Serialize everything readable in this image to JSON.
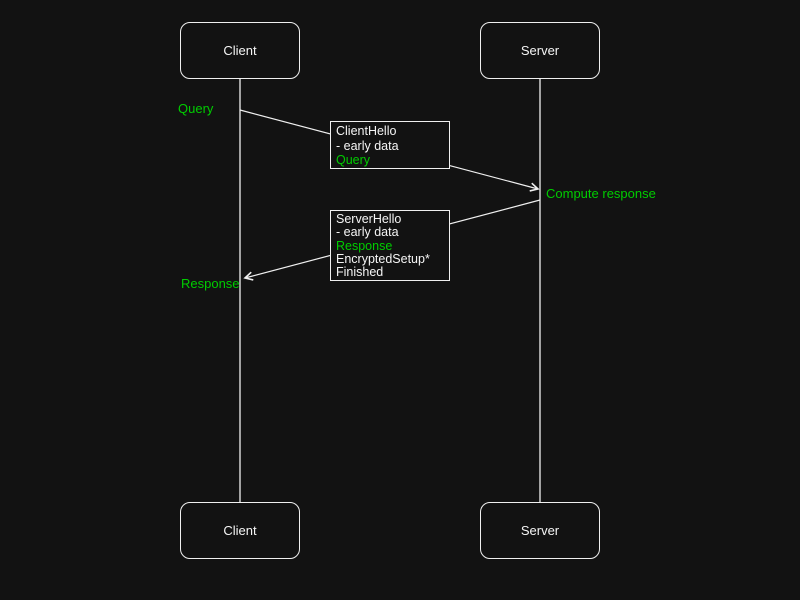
{
  "diagram": {
    "background_color": "#121212",
    "line_color": "#f0f0f0",
    "accent_green": "#00cc00",
    "actors": {
      "client_top": "Client",
      "server_top": "Server",
      "client_bottom": "Client",
      "server_bottom": "Server"
    },
    "annotations": {
      "query": "Query",
      "compute_response": "Compute response",
      "response": "Response"
    },
    "messages": {
      "client_hello": {
        "lines": [
          "ClientHello",
          "- early data",
          "Query"
        ]
      },
      "server_hello": {
        "lines": [
          "ServerHello",
          "- early data",
          "Response",
          "EncryptedSetup*",
          "Finished"
        ]
      }
    }
  }
}
